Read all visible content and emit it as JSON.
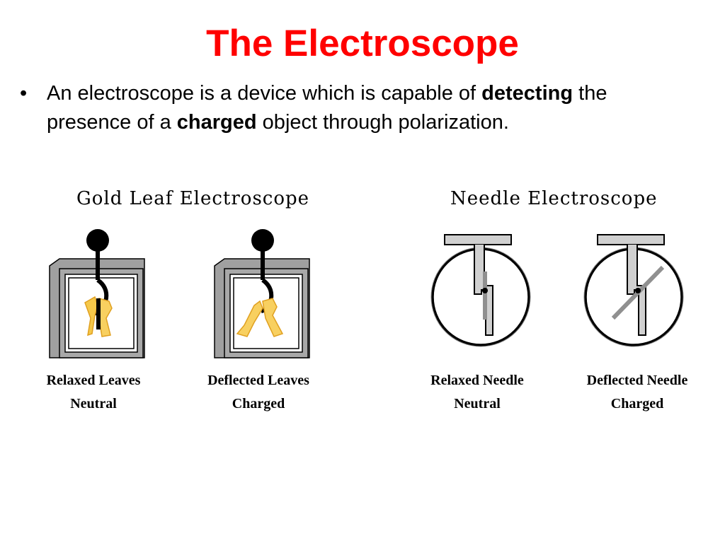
{
  "title": "The Electroscope",
  "intro": {
    "bullet": "•",
    "part1": "An electroscope is a device which is capable of ",
    "bold1": "detecting",
    "part2": " the presence of a ",
    "bold2": "charged",
    "part3": " object through polarization."
  },
  "gold_leaf": {
    "heading": "Gold Leaf Electroscope",
    "relaxed": {
      "line1": "Relaxed  Leaves",
      "line2": "Neutral"
    },
    "deflected": {
      "line1": "Deflected Leaves",
      "line2": "Charged"
    }
  },
  "needle": {
    "heading": "Needle Electroscope",
    "relaxed": {
      "line1": "Relaxed Needle",
      "line2": "Neutral"
    },
    "deflected": {
      "line1": "Deflected  Needle",
      "line2": "Charged"
    }
  },
  "colors": {
    "title": "#ff0000",
    "gold_light": "#f8d060",
    "gold_dark": "#e0a020",
    "frame_gray": "#a0a0a0",
    "needle_gray": "#909090"
  }
}
